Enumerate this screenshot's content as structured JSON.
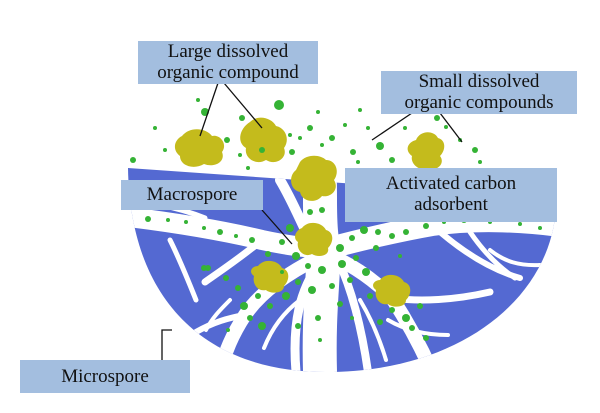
{
  "labels": {
    "large": [
      "Large dissolved",
      "organic compound"
    ],
    "small": [
      "Small dissolved",
      "organic compounds"
    ],
    "macro": "Macrospore",
    "activated": [
      "Activated carbon",
      "adsorbent"
    ],
    "micro": "Microspore"
  },
  "colors": {
    "carbon": "#5469d2",
    "large_molecule": "#c4bb1c",
    "small_molecule": "#35b335",
    "label_bg": "#a3bedf",
    "pore": "#ffffff"
  }
}
